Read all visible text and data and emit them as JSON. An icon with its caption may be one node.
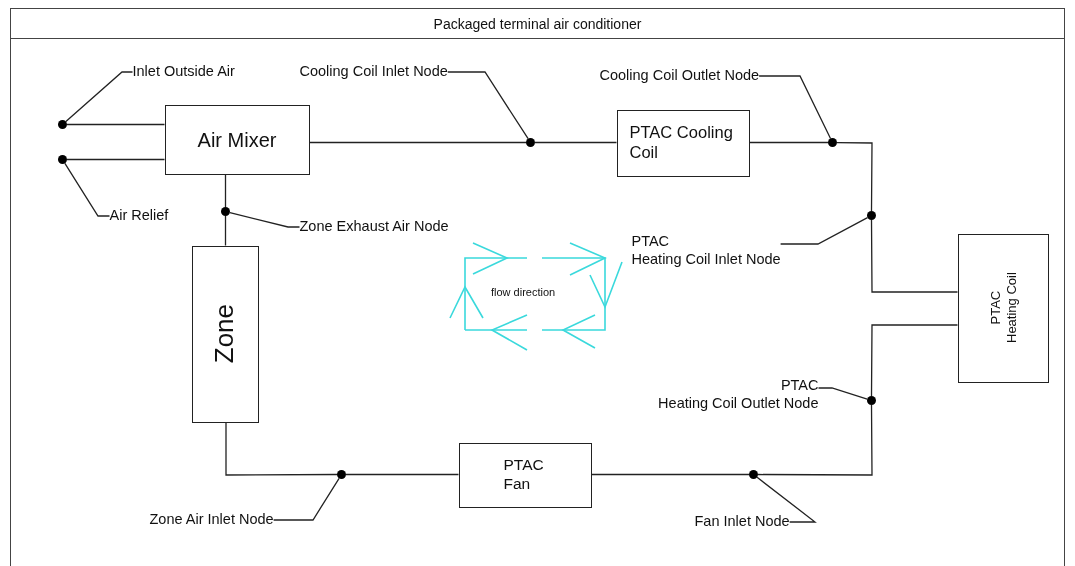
{
  "diagram": {
    "nodes": [
      {
        "text": [
          "Packaged terminal air conditioner"
        ]
      },
      {
        "text": [
          "Inlet Outside Air"
        ],
        "in": 0
      },
      {
        "text": [
          "Cooling Coil Inlet Node"
        ],
        "in": 0
      },
      {
        "text": [
          "Cooling Coil Outlet Node"
        ],
        "in": 0
      },
      {
        "text": [],
        "shape": "circle",
        "in": 0
      },
      {
        "text": [
          "Air Mixer"
        ],
        "in": 0
      },
      {
        "text": [],
        "shape": "circle",
        "in": 0
      },
      {
        "text": [
          "PTAC Cooling Coil"
        ],
        "in": 0
      },
      {
        "text": [],
        "shape": "circle",
        "in": 0
      },
      {
        "text": [],
        "shape": "circle",
        "in": 0
      },
      {
        "text": [
          "Air Relief"
        ],
        "in": 0
      },
      {
        "text": [],
        "shape": "circle",
        "in": 0
      },
      {
        "text": [
          "Zone Exhaust Air Node"
        ],
        "in": 0
      },
      {
        "text": [],
        "shape": "circle",
        "in": 0
      },
      {
        "text": [
          "PTAC Heating Coil Inlet Node"
        ],
        "in": 0
      },
      {
        "text": [
          "Zone"
        ],
        "in": 0
      },
      {
        "text": [
          "PTAC Heating Coil"
        ],
        "in": 0
      },
      {
        "text": [
          "PTAC Heating Coil Outlet Node"
        ],
        "in": 0
      },
      {
        "text": [],
        "shape": "circle",
        "in": 0
      },
      {
        "text": [
          "PTAC Fan"
        ],
        "in": 0
      },
      {
        "text": [],
        "shape": "circle",
        "in": 0
      },
      {
        "text": [],
        "shape": "circle",
        "in": 0
      },
      {
        "text": [
          "Zone Air Inlet Node"
        ],
        "in": 0
      },
      {
        "text": [
          "Fan Inlet Node"
        ],
        "in": 0
      }
    ],
    "edges": [
      {
        "from": 4,
        "to": 5,
        "arrow": "none"
      },
      {
        "from": 5,
        "to": 9,
        "arrow": "none"
      },
      {
        "from": 5,
        "to": 6,
        "arrow": "none"
      },
      {
        "from": 6,
        "to": 7,
        "arrow": "none"
      },
      {
        "from": 7,
        "to": 8,
        "arrow": "none"
      },
      {
        "from": 8,
        "to": 13,
        "arrow": "none"
      },
      {
        "from": 13,
        "to": 16,
        "arrow": "none"
      },
      {
        "from": 16,
        "to": 18,
        "arrow": "none"
      },
      {
        "from": 18,
        "to": 21,
        "arrow": "none"
      },
      {
        "from": 21,
        "to": 19,
        "arrow": "none"
      },
      {
        "from": 19,
        "to": 20,
        "arrow": "none"
      },
      {
        "from": 20,
        "to": 15,
        "arrow": "none"
      },
      {
        "from": 15,
        "to": 11,
        "arrow": "none"
      },
      {
        "from": 11,
        "to": 5,
        "arrow": "none"
      },
      {
        "from": 1,
        "to": 4,
        "arrow": "none"
      },
      {
        "from": 2,
        "to": 6,
        "arrow": "none"
      },
      {
        "from": 3,
        "to": 8,
        "arrow": "none"
      },
      {
        "from": 10,
        "to": 9,
        "arrow": "none"
      },
      {
        "from": 12,
        "to": 11,
        "arrow": "none"
      },
      {
        "from": 14,
        "to": 13,
        "arrow": "none"
      },
      {
        "from": 17,
        "to": 18,
        "arrow": "none"
      },
      {
        "from": 22,
        "to": 20,
        "arrow": "none"
      },
      {
        "from": 23,
        "to": 21,
        "arrow": "none"
      }
    ],
    "labels": [
      "flow direction"
    ]
  }
}
